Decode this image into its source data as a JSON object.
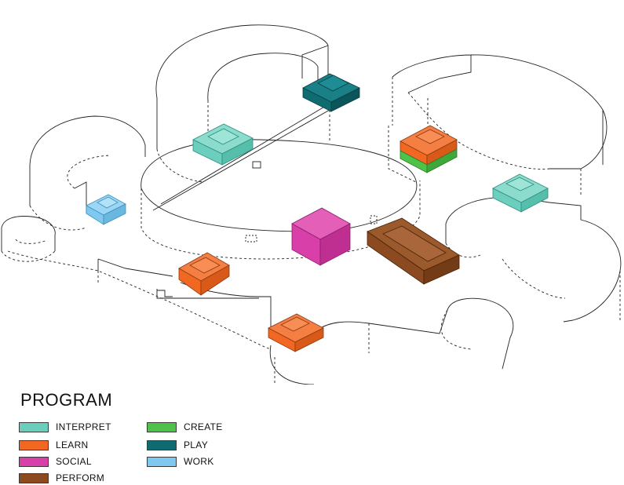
{
  "legend": {
    "title": "PROGRAM",
    "items": [
      {
        "key": "interpret",
        "label": "INTERPRET",
        "color": "#6ccfbe"
      },
      {
        "key": "learn",
        "label": "LEARN",
        "color": "#f26822"
      },
      {
        "key": "social",
        "label": "SOCIAL",
        "color": "#d93fa8"
      },
      {
        "key": "perform",
        "label": "PERFORM",
        "color": "#8b4a1f"
      },
      {
        "key": "create",
        "label": "CREATE",
        "color": "#4fc24a"
      },
      {
        "key": "play",
        "label": "PLAY",
        "color": "#0e6b70"
      },
      {
        "key": "work",
        "label": "WORK",
        "color": "#7fc9f0"
      }
    ]
  }
}
